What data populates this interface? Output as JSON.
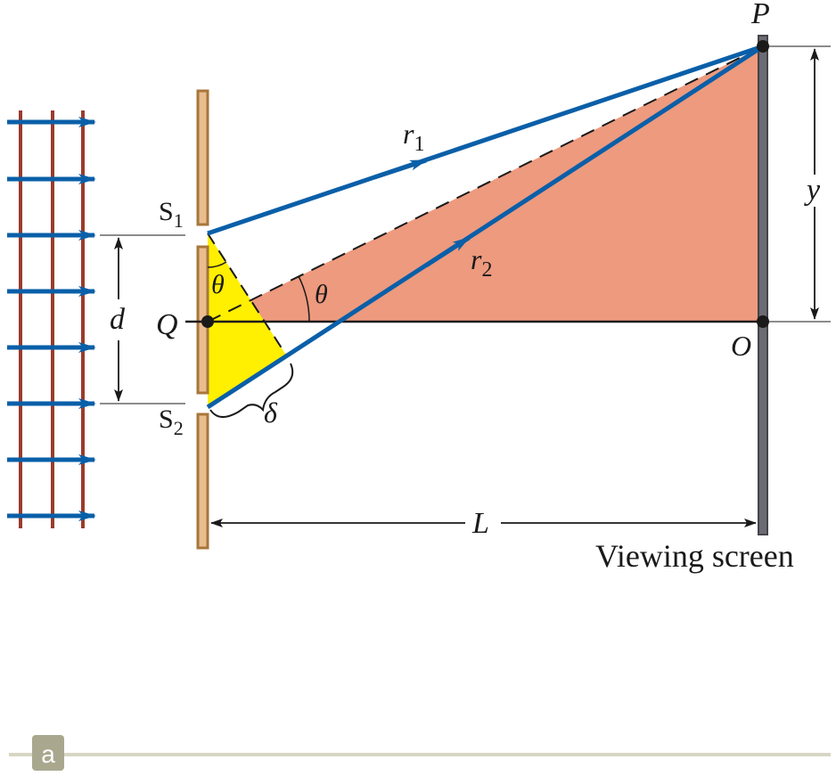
{
  "figure": {
    "labels": {
      "P": "P",
      "O": "O",
      "Q": "Q",
      "r1": "r",
      "r1_sub": "1",
      "r2": "r",
      "r2_sub": "2",
      "y": "y",
      "d": "d",
      "L": "L",
      "delta": "δ",
      "theta_small": "θ",
      "theta_big": "θ",
      "S1": "S",
      "S1_sub": "1",
      "S2": "S",
      "S2_sub": "2"
    },
    "caption": "Viewing screen",
    "panel_letter": "a",
    "colors": {
      "ray": "#0a5fa8",
      "wave_line": "#9b3b2c",
      "slit_fill": "#e9bd8f",
      "slit_border": "#a8763b",
      "screen": "#6b6b73",
      "triangle_large": "#ed9a7e",
      "triangle_small": "#ffef00",
      "panel_badge": "#a9a88f",
      "bottom_rule": "#d7d6c4"
    }
  }
}
